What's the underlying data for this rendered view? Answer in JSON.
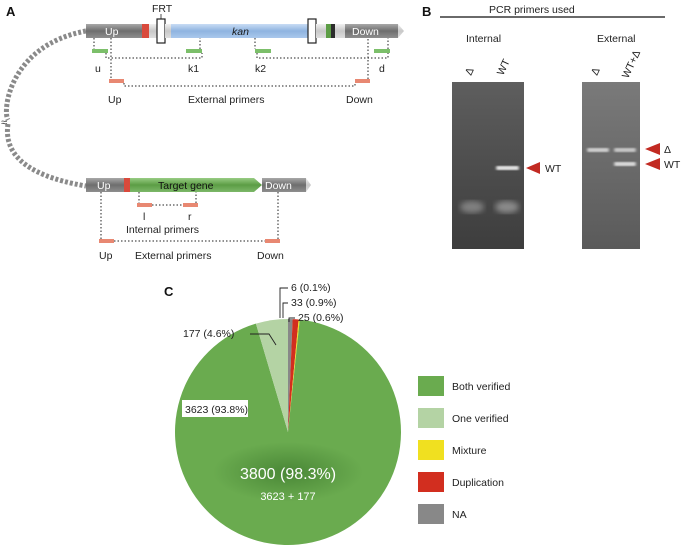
{
  "panel_a": {
    "letter": "A",
    "top_construct": {
      "frt_label": "FRT",
      "up_label": "Up",
      "kan_label": "kan",
      "down_label": "Down",
      "primers": {
        "u": "u",
        "k1": "k1",
        "k2": "k2",
        "d": "d",
        "up": "Up",
        "down": "Down"
      },
      "external_primers_label": "External primers"
    },
    "bottom_construct": {
      "up_label": "Up",
      "target_label": "Target gene",
      "down_label": "Down",
      "primers": {
        "l": "l",
        "r": "r",
        "up": "Up",
        "down": "Down"
      },
      "internal_primers_label": "Internal primers",
      "external_primers_label": "External primers"
    }
  },
  "panel_b": {
    "letter": "B",
    "title": "PCR primers used",
    "internal": {
      "title": "Internal",
      "lanes": [
        "Δ",
        "WT"
      ],
      "band_label": "WT"
    },
    "external": {
      "title": "External",
      "lanes": [
        "Δ",
        "WT+Δ"
      ],
      "band_labels": [
        "Δ",
        "WT"
      ]
    }
  },
  "panel_c": {
    "letter": "C",
    "center_label": "3800 (98.3%)",
    "center_sublabel": "3623 + 177",
    "slice_labels": {
      "both": "3623 (93.8%)",
      "one": "177 (4.6%)",
      "mixture": "6 (0.1%)",
      "duplication": "33 (0.9%)",
      "na": "25 (0.6%)"
    },
    "legend": [
      "Both verified",
      "One verified",
      "Mixture",
      "Duplication",
      "NA"
    ]
  },
  "chart_data": {
    "type": "pie",
    "categories": [
      "Both verified",
      "One verified",
      "Mixture",
      "Duplication",
      "NA"
    ],
    "values": [
      3623,
      177,
      6,
      33,
      25
    ],
    "percent": [
      93.8,
      4.6,
      0.1,
      0.9,
      0.6
    ],
    "colors": [
      "#6aab4f",
      "#b4d3a4",
      "#f0e020",
      "#d22e1f",
      "#888888"
    ],
    "legend_position": "right"
  },
  "colors": {
    "up_down_gray": "#7a7a7a",
    "kan_blue": "#9ebfe6",
    "target_green": "#6cab55",
    "primer_green": "#7cbf6a",
    "primer_red": "#e88872",
    "arrow_red": "#c22a22"
  }
}
